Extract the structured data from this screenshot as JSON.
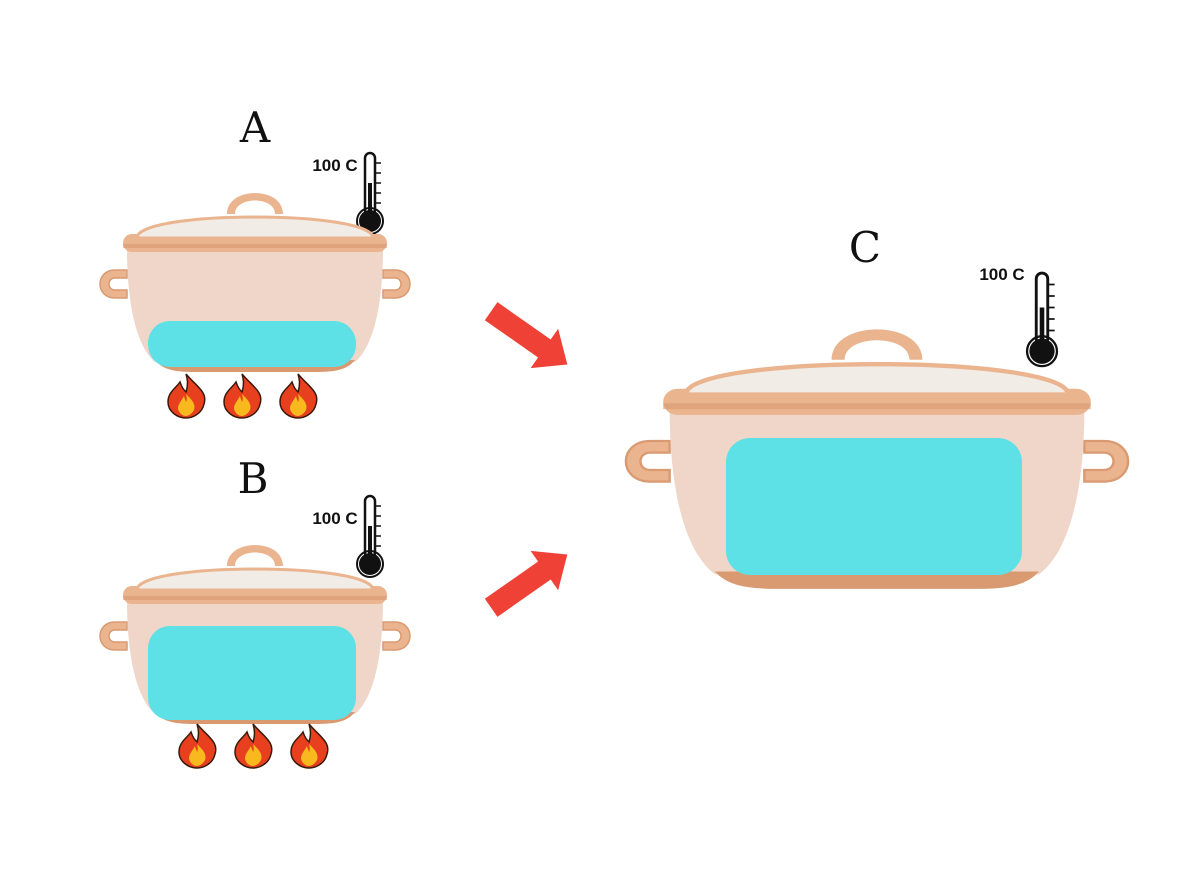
{
  "pots": [
    {
      "id": "A",
      "label": "A",
      "temperature": "100 C",
      "water_level": 0.28,
      "heated": true
    },
    {
      "id": "B",
      "label": "B",
      "temperature": "100 C",
      "water_level": 0.72,
      "heated": true
    },
    {
      "id": "C",
      "label": "C",
      "temperature": "100 C",
      "water_level": 1.0,
      "heated": false
    }
  ],
  "colors": {
    "water": "#5de1e6",
    "pot_body": "#f0d6c8",
    "pot_rim": "#eab48f",
    "pot_rim_dark": "#d99a72",
    "lid": "#f1ece6",
    "arrow": "#ef4136",
    "flame_outer": "#e8401f",
    "flame_inner": "#f8b81e",
    "thermometer": "#111111"
  },
  "arrows": [
    {
      "from": "A",
      "to": "C"
    },
    {
      "from": "B",
      "to": "C"
    }
  ]
}
